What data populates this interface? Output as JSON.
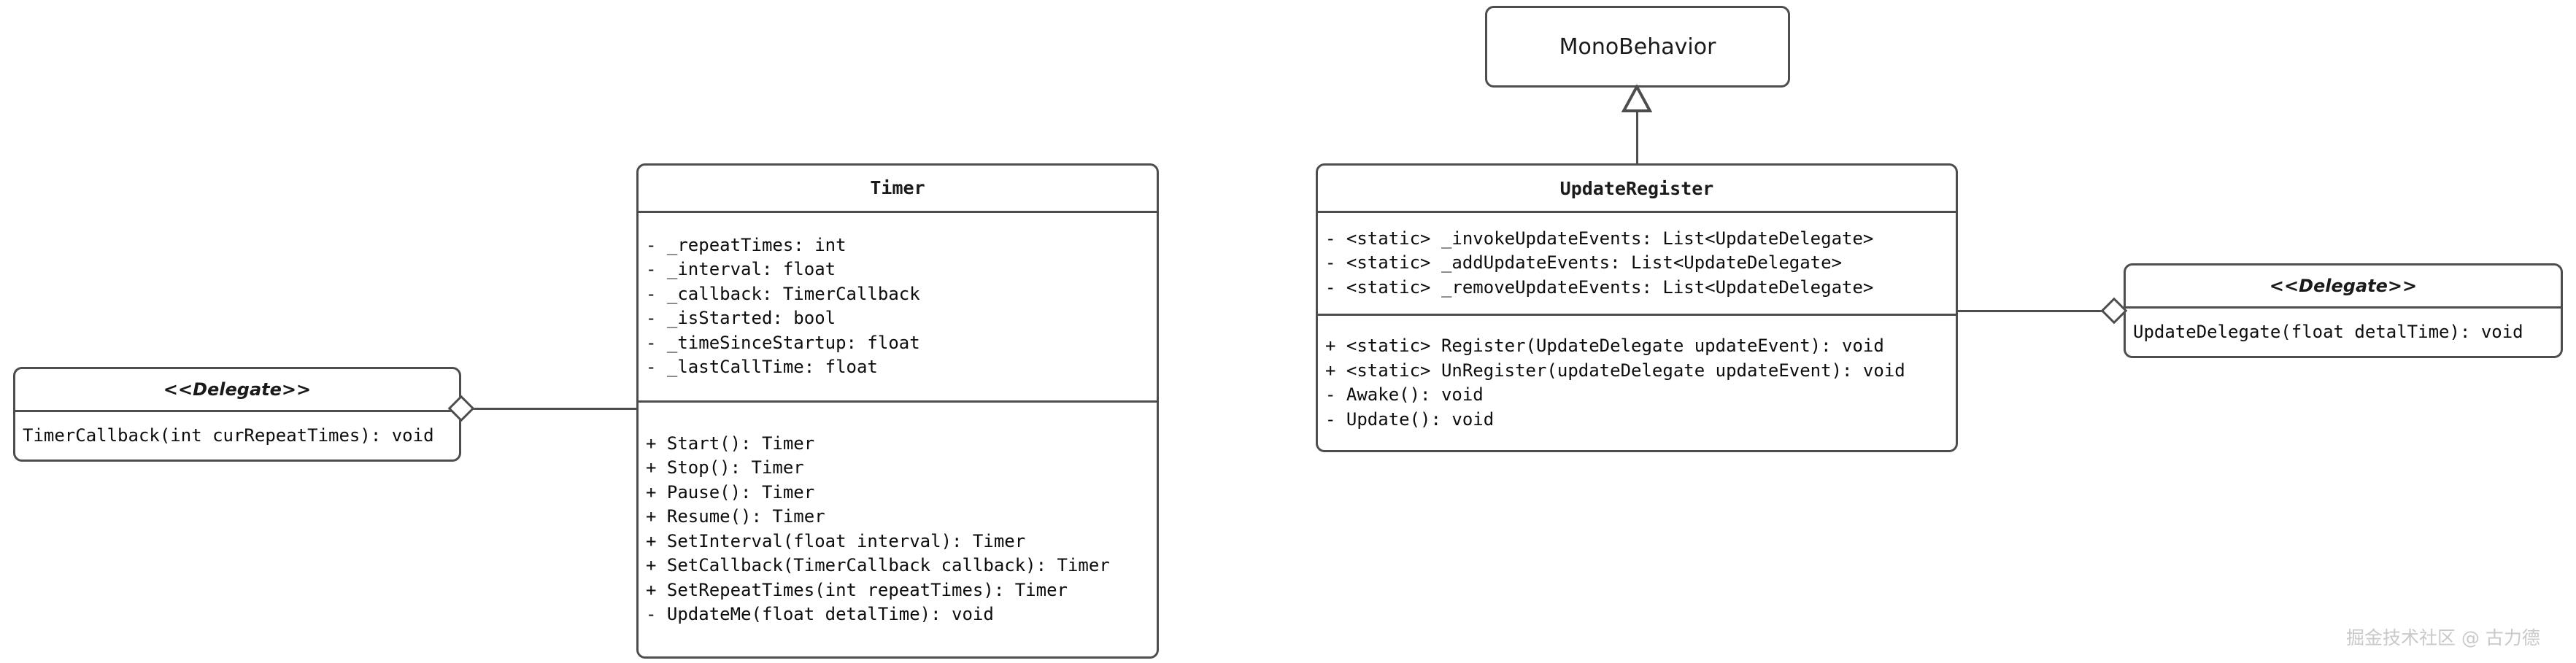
{
  "diagram": {
    "kind": "uml-class-diagram",
    "background": "#ffffff",
    "line_color": "#4d4d4d",
    "text_color": "#0d0d0d"
  },
  "classes": {
    "mono_behavior": {
      "name": "MonoBehavior",
      "attributes": [],
      "methods": []
    },
    "timer": {
      "name": "Timer",
      "attributes": [
        "- _repeatTimes: int",
        "- _interval: float",
        "- _callback: TimerCallback",
        "- _isStarted: bool",
        "- _timeSinceStartup: float",
        "- _lastCallTime: float"
      ],
      "methods": [
        "+ Start(): Timer",
        "+ Stop(): Timer",
        "+ Pause(): Timer",
        "+ Resume(): Timer",
        "+ SetInterval(float interval): Timer",
        "+ SetCallback(TimerCallback callback): Timer",
        "+ SetRepeatTimes(int repeatTimes): Timer",
        "- UpdateMe(float detalTime): void"
      ]
    },
    "update_register": {
      "name": "UpdateRegister",
      "attributes": [
        "- <static> _invokeUpdateEvents: List<UpdateDelegate>",
        "- <static> _addUpdateEvents: List<UpdateDelegate>",
        "- <static> _removeUpdateEvents: List<UpdateDelegate>"
      ],
      "methods": [
        "+ <static> Register(UpdateDelegate updateEvent): void",
        "+ <static> UnRegister(updateDelegate updateEvent): void",
        "- Awake(): void",
        "- Update(): void"
      ]
    },
    "timer_callback": {
      "stereotype": "<<Delegate>>",
      "signature": "TimerCallback(int curRepeatTimes): void"
    },
    "update_delegate": {
      "stereotype": "<<Delegate>>",
      "signature": "UpdateDelegate(float detalTime): void"
    }
  },
  "relations": {
    "inheritance": {
      "from": "UpdateRegister",
      "to": "MonoBehavior",
      "type": "generalization"
    },
    "timer_aggregation": {
      "from": "TimerCallback",
      "to": "Timer",
      "type": "aggregation"
    },
    "register_aggregation": {
      "from": "UpdateDelegate",
      "to": "UpdateRegister",
      "type": "aggregation"
    }
  },
  "watermark": {
    "text": "掘金技术社区 @ 古力德"
  }
}
